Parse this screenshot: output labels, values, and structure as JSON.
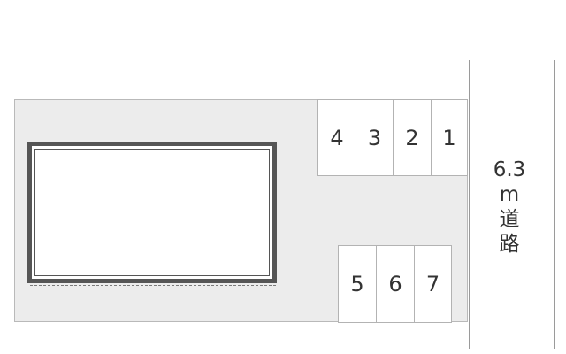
{
  "map": {
    "parking_spaces_top": [
      "4",
      "3",
      "2",
      "1"
    ],
    "parking_spaces_bottom": [
      "5",
      "6",
      "7"
    ],
    "road": {
      "width": "6.3",
      "unit": "m",
      "char1": "道",
      "char2": "路"
    }
  }
}
